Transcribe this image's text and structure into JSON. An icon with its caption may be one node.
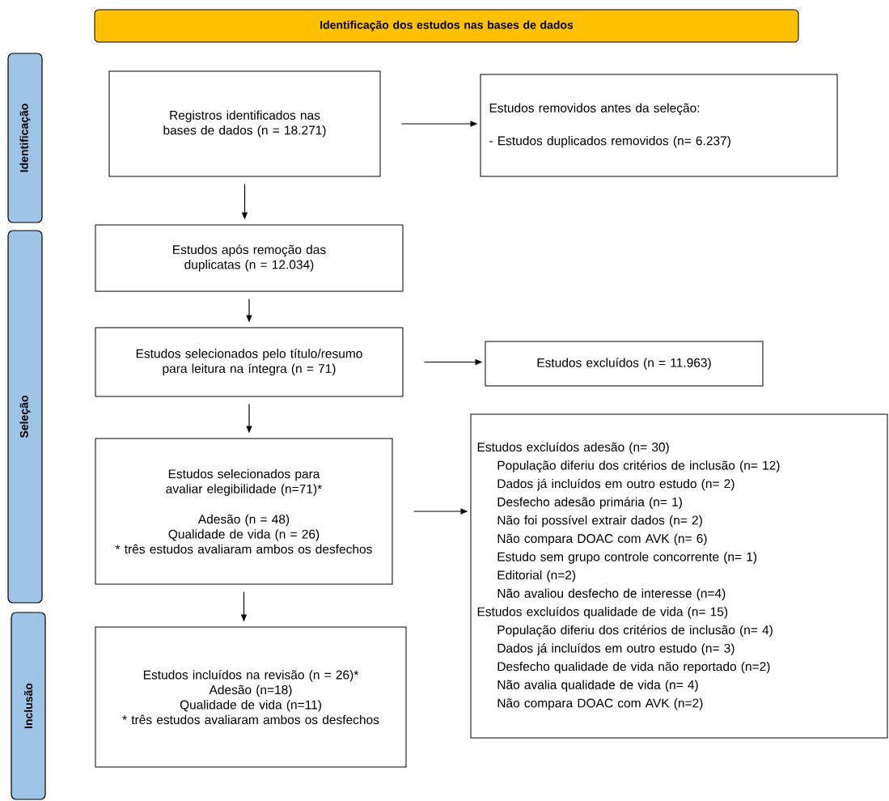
{
  "diagram": {
    "nodes": [
      {
        "text": [
          "Identificação dos estudos nas bases de dados"
        ]
      },
      {
        "text": [
          "Identificação"
        ]
      },
      {
        "text": [
          "Seleção"
        ]
      },
      {
        "text": [
          "Inclusão"
        ]
      },
      {
        "text": [
          "Registros identificados nas bases de dados (n = 18.271)"
        ]
      },
      {
        "text": [
          "Estudos removidos antes da seleção:",
          "- Estudos duplicados removidos (n= 6.237)"
        ]
      },
      {
        "text": [
          "Estudos após remoção das duplicatas (n = 12.034)"
        ]
      },
      {
        "text": [
          "Estudos selecionados pelo título/resumo para leitura na íntegra (n = 71)"
        ]
      },
      {
        "text": [
          "Estudos excluídos (n = 11.963)"
        ]
      },
      {
        "text": [
          "Estudos selecionados para avaliar elegibilidade (n=71)*",
          "Adesão (n = 48)",
          "Qualidade de vida (n = 26)",
          "* três estudos avaliaram ambos os desfechos"
        ]
      },
      {
        "text": [
          "Estudos excluídos adesão (n= 30)",
          "População diferiu dos critérios de inclusão (n= 12)",
          "Dados já incluídos em outro estudo (n= 2)",
          "Desfecho adesão primária (n= 1)",
          "Não foi possível extrair dados (n= 2)",
          "Não compara DOAC com AVK (n= 6)",
          "Estudo sem grupo controle concorrente (n= 1)",
          "Editorial (n=2)",
          "Não avaliou desfecho de interesse (n=4)",
          "Estudos excluídos qualidade de vida (n= 15)",
          "População diferiu dos critérios de inclusão (n= 4)",
          "Dados já incluídos em outro estudo (n= 3)",
          "Desfecho qualidade de vida não reportado (n=2)",
          "Não avalia qualidade de vida (n= 4)",
          "Não compara DOAC com AVK (n=2)"
        ]
      },
      {
        "text": [
          "Estudos incluídos na revisão (n = 26)*",
          "Adesão (n=18)",
          "Qualidade de vida (n=11)",
          "* três estudos avaliaram ambos os desfechos"
        ]
      }
    ],
    "edges": [
      {
        "from": 4,
        "to": 5,
        "arrow": "to"
      },
      {
        "from": 4,
        "to": 6,
        "arrow": "to"
      },
      {
        "from": 6,
        "to": 7,
        "arrow": "to"
      },
      {
        "from": 7,
        "to": 8,
        "arrow": "to"
      },
      {
        "from": 7,
        "to": 9,
        "arrow": "to"
      },
      {
        "from": 9,
        "to": 10,
        "arrow": "to"
      },
      {
        "from": 9,
        "to": 11,
        "arrow": "to"
      }
    ]
  }
}
